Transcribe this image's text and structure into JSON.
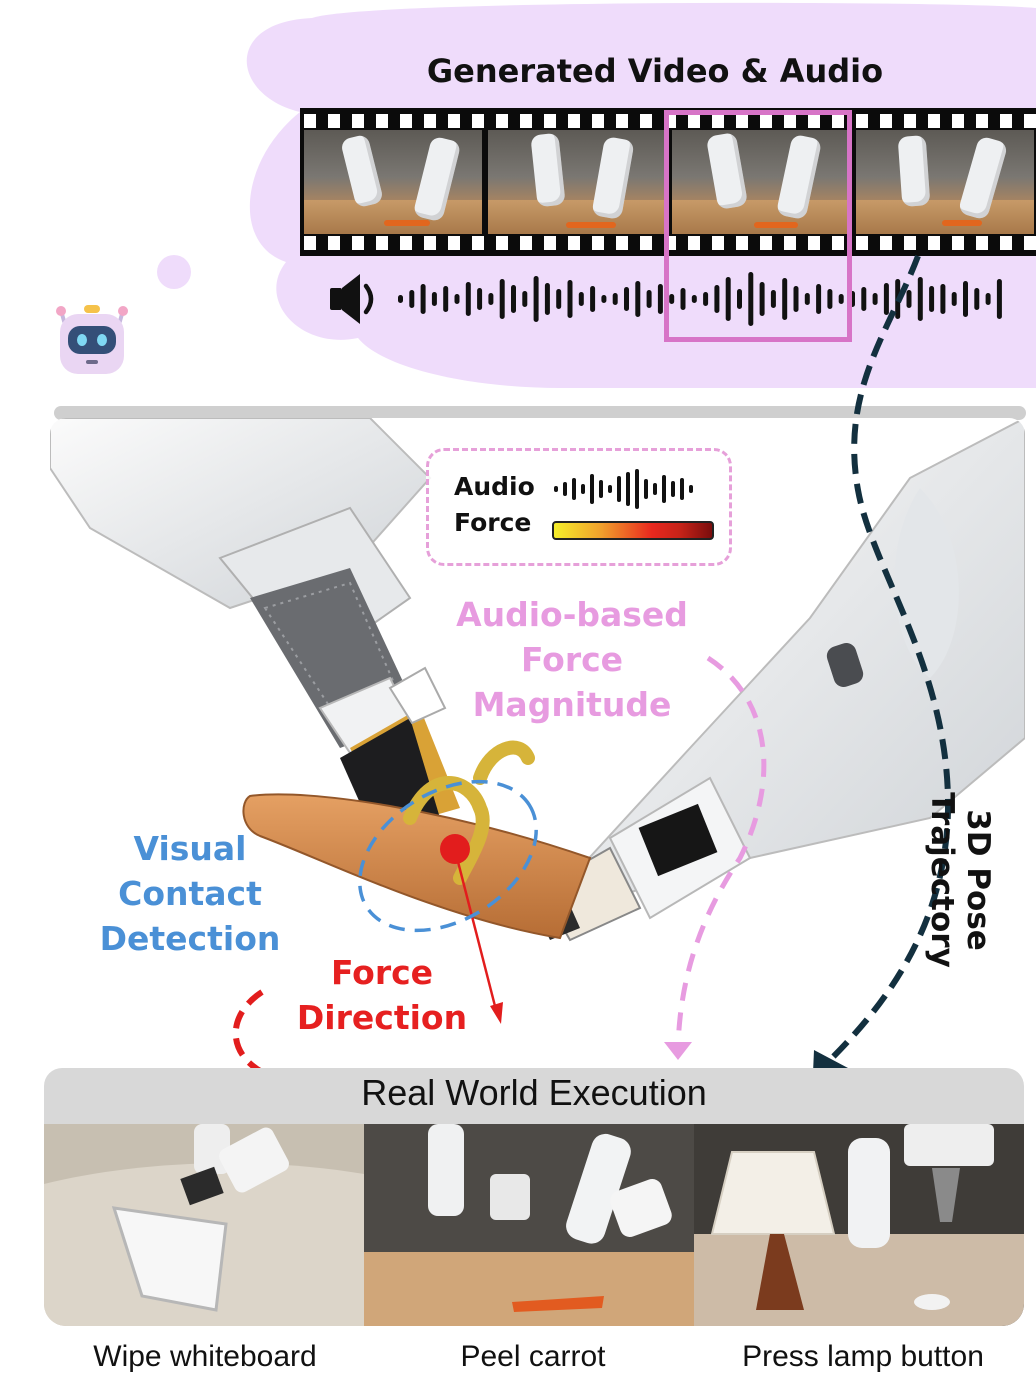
{
  "header": {
    "title": "Generated Video & Audio"
  },
  "legend": {
    "audio_label": "Audio",
    "force_label": "Force"
  },
  "annotations": {
    "audio_force": [
      "Audio-based",
      "Force",
      "Magnitude"
    ],
    "visual_contact": [
      "Visual",
      "Contact",
      "Detection"
    ],
    "force_direction": [
      "Force",
      "Direction"
    ],
    "pose_trajectory": "3D Pose Trajectory"
  },
  "execution": {
    "title": "Real World Execution",
    "tasks": [
      {
        "caption": "Wipe whiteboard"
      },
      {
        "caption": "Peel carrot"
      },
      {
        "caption": "Press lamp button"
      }
    ]
  },
  "colors": {
    "cloud": "#efdcfb",
    "highlight": "#d774c7",
    "audio_force_label": "#e79be0",
    "visual_contact_label": "#4a90d6",
    "force_direction_label": "#e62020",
    "trajectory_arrow": "#13303f",
    "background": "#ffffff"
  }
}
